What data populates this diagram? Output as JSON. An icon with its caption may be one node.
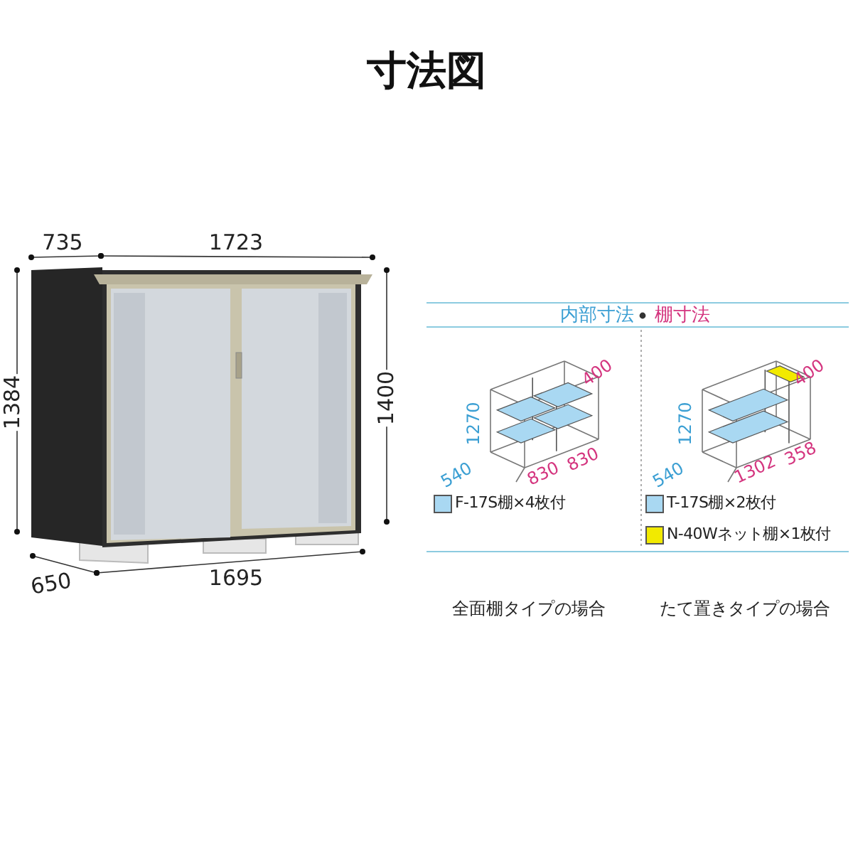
{
  "diagram": {
    "title": "寸法図",
    "labels": [
      "735",
      "1723",
      "1384",
      "1400",
      "650",
      "1695",
      "内部寸法",
      "棚寸法",
      "400",
      "1270",
      "540",
      "830",
      "830",
      "400",
      "1270",
      "540",
      "1302",
      "358",
      "全面棚タイプの場合",
      "たて置きタイプの場合"
    ],
    "legend": [
      {
        "text": "F-17S棚×4枚付",
        "color": "#a9d8f2"
      },
      {
        "text": "T-17S棚×2枚付",
        "color": "#a9d8f2"
      },
      {
        "text": "N-40Wネット棚×1枚付",
        "color": "#f2ea00"
      }
    ]
  }
}
